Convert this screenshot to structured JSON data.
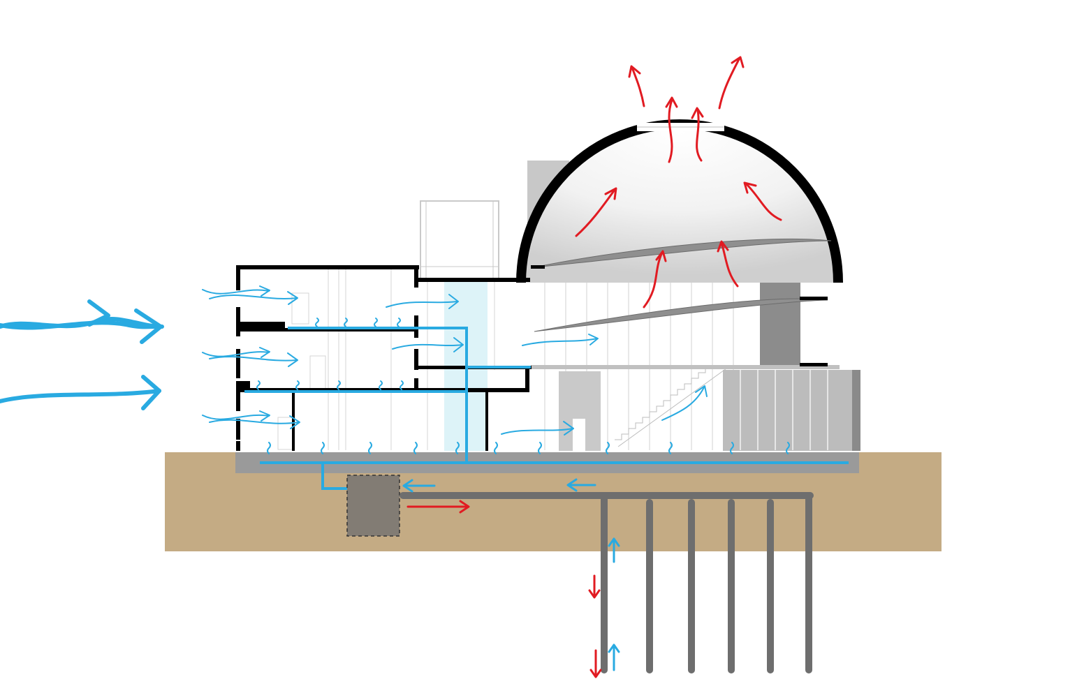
{
  "diagram": {
    "type": "building-section-ventilation-diagram",
    "labels": [],
    "colors": {
      "cool_air": "#29aae1",
      "warm_air": "#e11b22",
      "ground": "#c4ab84",
      "slab": "#9a9a9a",
      "pipes": "#6e6e6e",
      "heat_exchanger": "#827c74",
      "light_well": "#ddf3f8",
      "structure": "#000000"
    },
    "elements": [
      "incoming-breeze-arrows",
      "three-storey-wing",
      "dome-hall",
      "spiral-ramps",
      "stair",
      "ground-slab",
      "supply-air-duct",
      "underground-heat-exchanger",
      "geothermal-pipe-loop",
      "exhaust-air-arrows"
    ]
  }
}
